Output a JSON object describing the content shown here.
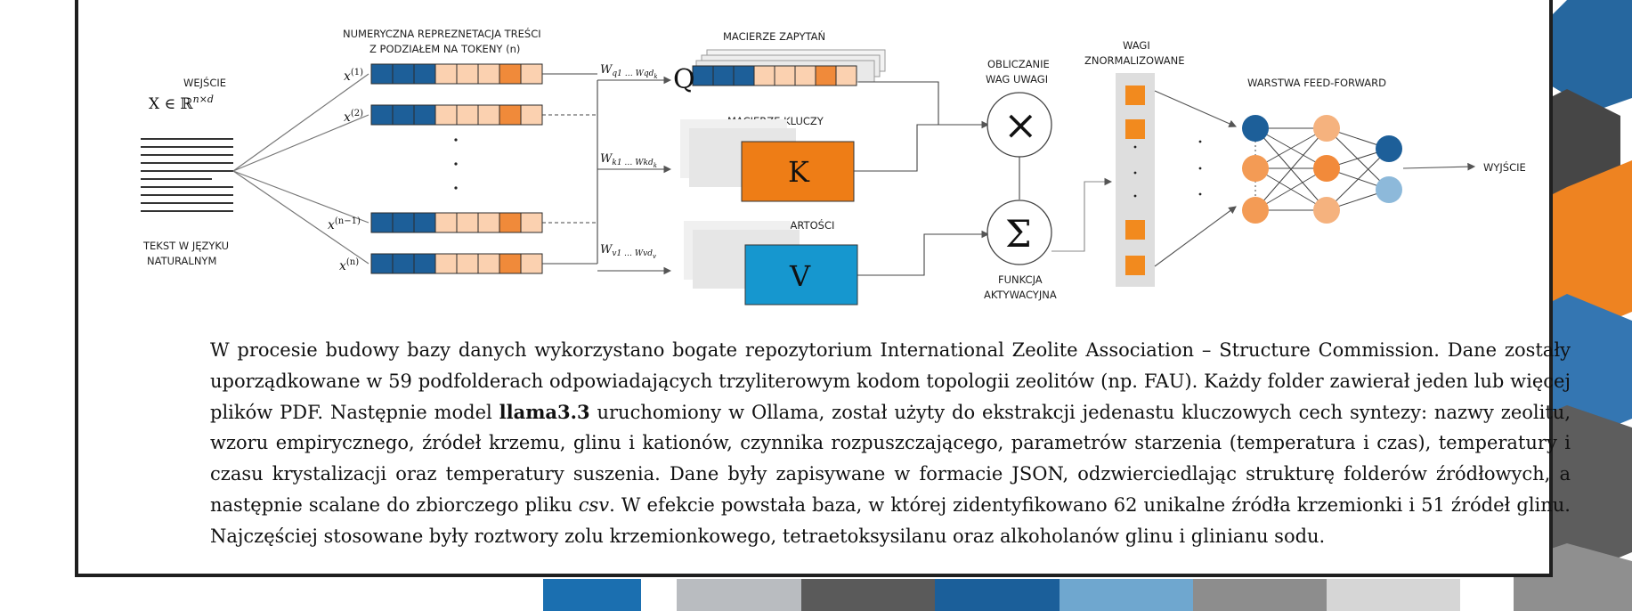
{
  "figure": {
    "input_title": "WEJŚCIE",
    "input_formula": "X ∈ ℝ",
    "input_formula_sup": "n×d",
    "input_caption_line1": "TEKST W JĘZYKU",
    "input_caption_line2": "NATURALNYM",
    "tokens_title_line1": "NUMERYCZNA REPREZNETACJA TREŚCI",
    "tokens_title_line2": "Z PODZIAŁEM NA TOKENY (n)",
    "row_labels": [
      "x(1)",
      "x(2)",
      "x(n−1)",
      "x(n)"
    ],
    "row_label_base": "x",
    "row_label_sups": [
      "(1)",
      "(2)",
      "(n−1)",
      "(n)"
    ],
    "weights_q": "W",
    "weights_q_sub": "q1 … W",
    "weights_q_sub2": "qd",
    "weights_q_sub3": "k",
    "weights_k": "W",
    "weights_k_sub": "k1 … W",
    "weights_k_sub2": "kd",
    "weights_k_sub3": "k",
    "weights_v": "W",
    "weights_v_sub": "v1 … W",
    "weights_v_sub2": "vd",
    "weights_v_sub3": "v",
    "q_title": "MACIERZE ZAPYTAŃ",
    "q_letter": "Q",
    "k_title": "MACIERZE  KLUCZY",
    "k_letter": "K",
    "v_title": "MACIERZ WARTOŚCI",
    "v_letter": "V",
    "attn_title_line1": "OBLICZANIE",
    "attn_title_line2": "WAG UWAGI",
    "times_symbol": "×",
    "sum_symbol": "Σ",
    "act_caption_line1": "FUNKCJA",
    "act_caption_line2": "AKTYWACYJNA",
    "norm_title_line1": "WAGI",
    "norm_title_line2": "ZNORMALIZOWANE",
    "ffn_title": "WARSTWA FEED-FORWARD",
    "output_label": "WYJŚCIE",
    "colors": {
      "blue_dark": "#1d5f99",
      "orange": "#f08a3a",
      "orange_light": "#fbd1b0",
      "k_box": "#ee7d16",
      "v_box": "#1697cf",
      "grey_panel": "#dedede"
    }
  },
  "paragraph": {
    "part1": "W procesie budowy bazy danych wykorzystano bogate repozytorium International Zeolite Association – Structure Commission. Dane zostały uporządkowane w 59 podfolderach odpowiadających trzyliterowym kodom topologii zeolitów (np. FAU). Każdy folder zawierał jeden lub więcej plików PDF. Następnie model ",
    "model_name": "llama3.3",
    "part2": " uruchomiony w Ollama, został użyty do ekstrakcji jedenastu kluczowych cech syntezy: nazwy zeolitu, wzoru empirycznego, źródeł krzemu, glinu i kationów, czynnika rozpuszczającego, parametrów starzenia (temperatura i czas), temperatury i czasu krystalizacji oraz temperatury suszenia. Dane były zapisywane w formacie JSON, odzwierciedlając strukturę folderów źródłowych, a następnie scalane do zbiorczego pliku ",
    "file_ext": "csv",
    "part3": ". W efekcie powstała baza, w której zidentyfikowano 62 unikalne źródła krzemionki i 51 źródeł glinu. Najczęściej stosowane były roztwory zolu krzemionkowego, tetraetoksysilanu oraz alkoholanów glinu i glinianu sodu."
  }
}
